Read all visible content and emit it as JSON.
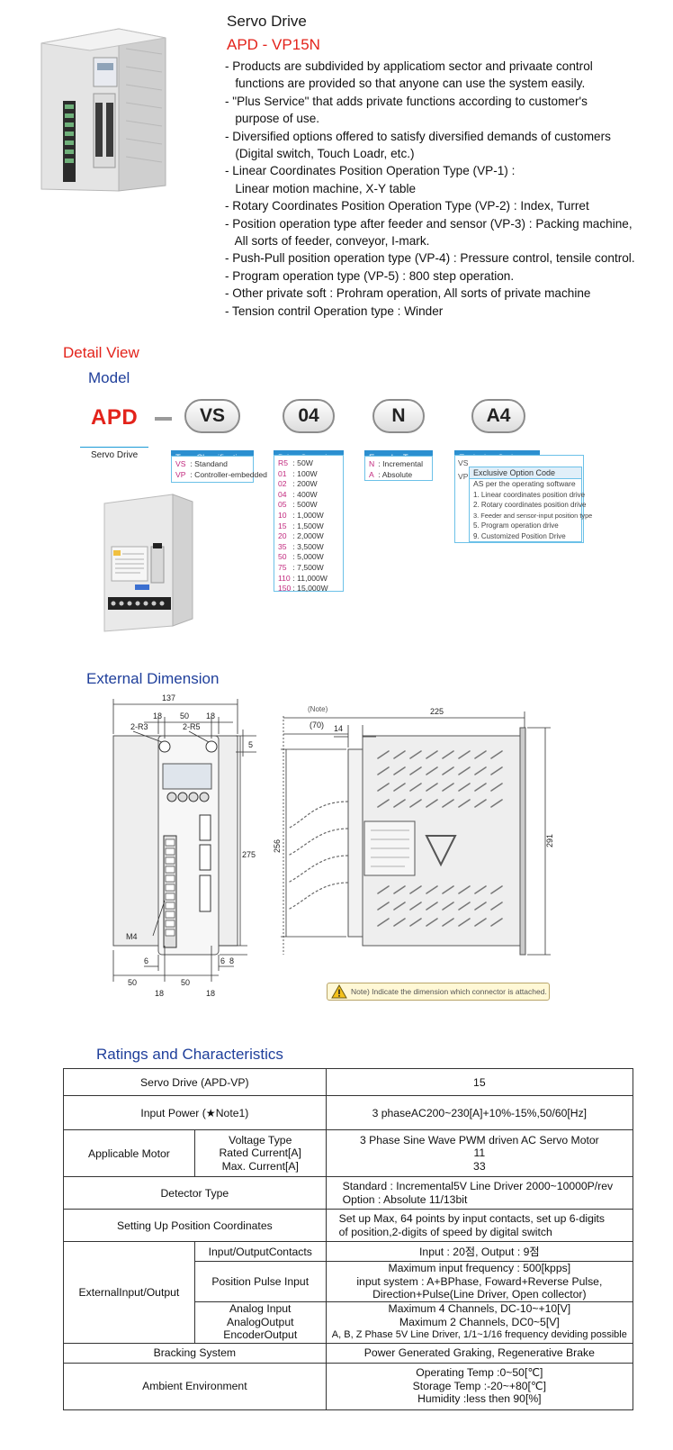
{
  "product": {
    "title": "Servo Drive",
    "model": "APD - VP15N",
    "features": [
      "- Products are subdivided by applicatiom sector and privaate control",
      "   functions are provided so that anyone can use the system easily.",
      "- \"Plus Service\" that adds private functions according to customer's",
      "   purpose of use.",
      "- Diversified options offered to satisfy diversified demands of customers",
      "   (Digital switch, Touch Loadr, etc.)",
      "- Linear Coordinates Position Operation Type (VP-1) :",
      "   Linear motion machine, X-Y table",
      "- Rotary Coordinates Position Operation Type (VP-2) : Index, Turret",
      "- Position operation type after feeder and sensor (VP-3) : Packing machine,",
      "   All sorts of feeder, conveyor, I-mark.",
      "- Push-Pull position operation type (VP-4) : Pressure control, tensile control.",
      "- Program operation type (VP-5) : 800 step operation.",
      "- Other private soft : Prohram operation, All sorts of private machine",
      "- Tension contril Operation type : Winder"
    ]
  },
  "detail": {
    "heading": "Detail View",
    "model_heading": "Model",
    "apd": "APD",
    "apd_sub": "Servo Drive",
    "codes": [
      "VS",
      "04",
      "N",
      "A4"
    ],
    "categories": {
      "type": {
        "label": "Type Classification",
        "rows": [
          {
            "k": "VS",
            "v": ": Standand"
          },
          {
            "k": "VP",
            "v": ": Controller-embedded"
          }
        ]
      },
      "capacity": {
        "label": "Drive Capacity",
        "rows": [
          {
            "k": "R5",
            "v": ": 50W"
          },
          {
            "k": "01",
            "v": ": 100W"
          },
          {
            "k": "02",
            "v": ": 200W"
          },
          {
            "k": "04",
            "v": ": 400W"
          },
          {
            "k": "05",
            "v": ": 500W"
          },
          {
            "k": "10",
            "v": ": 1,000W"
          },
          {
            "k": "15",
            "v": ": 1,500W"
          },
          {
            "k": "20",
            "v": ": 2,000W"
          },
          {
            "k": "35",
            "v": ": 3,500W"
          },
          {
            "k": "50",
            "v": ": 5,000W"
          },
          {
            "k": "75",
            "v": ": 7,500W"
          },
          {
            "k": "110",
            "v": ": 11,000W"
          },
          {
            "k": "150",
            "v": ": 15,000W"
          }
        ]
      },
      "encoder": {
        "label": "Encoder Type",
        "rows": [
          {
            "k": "N",
            "v": ": Incremental"
          },
          {
            "k": "A",
            "v": ": Absolute"
          }
        ]
      },
      "exclusive": {
        "label": "Exclusive Code",
        "prefix_1": "VS",
        "prefix_2": "VP",
        "head": "Exclusive Option Code",
        "rows": [
          "AS per the operating software",
          "1. Linear coordinates position drive",
          "2. Rotary coordinates position drive",
          "3. Feeder and sensor-input position type",
          "5. Program operation drive",
          "9. Customized Position Drive"
        ]
      }
    }
  },
  "dimension": {
    "heading": "External Dimension",
    "front": {
      "width": "137",
      "top_18_left": "18",
      "top_50": "50",
      "top_18_right": "18",
      "r3": "2-R3",
      "r5": "2-R5",
      "top_5": "5",
      "height": "275",
      "m4": "M4",
      "bottom_6_left": "6",
      "bottom_6_right": "6",
      "bottom_8": "8",
      "bottom_50_left": "50",
      "bottom_50_right": "50",
      "bottom_18_left": "18",
      "bottom_18_right": "18"
    },
    "side": {
      "note": "(Note)",
      "depth_70": "(70)",
      "val_14": "14",
      "depth": "225",
      "height_256": "256",
      "height_291": "291"
    },
    "note_text": "Note) Indicate the dimension which connector is attached."
  },
  "ratings": {
    "heading": "Ratings and Characteristics",
    "rows": {
      "servo_drive": {
        "label": "Servo Drive (APD-VP)",
        "value": "15"
      },
      "input_power": {
        "label": "Input Power (★Note1)",
        "value": "3 phaseAC200~230[A]+10%-15%,50/60[Hz]"
      },
      "motor": {
        "label": "Applicable Motor",
        "sub": [
          "Voltage Type",
          "Rated Current[A]",
          "Max. Current[A]"
        ],
        "values": [
          "3 Phase Sine Wave PWM driven AC Servo Motor",
          "11",
          "33"
        ]
      },
      "detector": {
        "label": "Detector Type",
        "values": [
          "Standard : Incremental5V Line Driver 2000~10000P/rev",
          "Option : Absolute 11/13bit"
        ]
      },
      "setting": {
        "label": "Setting Up Position Coordinates",
        "values": [
          "Set up Max, 64 points by input contacts, set up 6-digits",
          "of position,2-digits of speed by digital switch"
        ]
      },
      "external": {
        "label": "ExternalInput/Output",
        "sub_contacts": "Input/OutputContacts",
        "sub_pulse": "Position Pulse Input",
        "sub_analog": [
          "Analog Input",
          "AnalogOutput",
          "EncoderOutput"
        ],
        "val_contacts": "Input : 20점, Output : 9점",
        "val_pulse": [
          "Maximum input frequency : 500[kpps]",
          "input system : A+BPhase, Foward+Reverse Pulse,",
          "Direction+Pulse(Line Driver, Open collector)"
        ],
        "val_analog": [
          "Maximum 4 Channels, DC-10~+10[V]",
          "Maximum 2 Channels, DC0~5[V]",
          "A, B, Z Phase 5V Line Driver, 1/1~1/16 frequency deviding possible"
        ]
      },
      "braking": {
        "label": "Bracking System",
        "value": "Power Generated Graking, Regenerative Brake"
      },
      "ambient": {
        "label": "Ambient Environment",
        "values": [
          "Operating Temp :0~50[℃]",
          "Storage Temp :-20~+80[℃]",
          "Humidity :less then 90[%]"
        ]
      }
    }
  }
}
